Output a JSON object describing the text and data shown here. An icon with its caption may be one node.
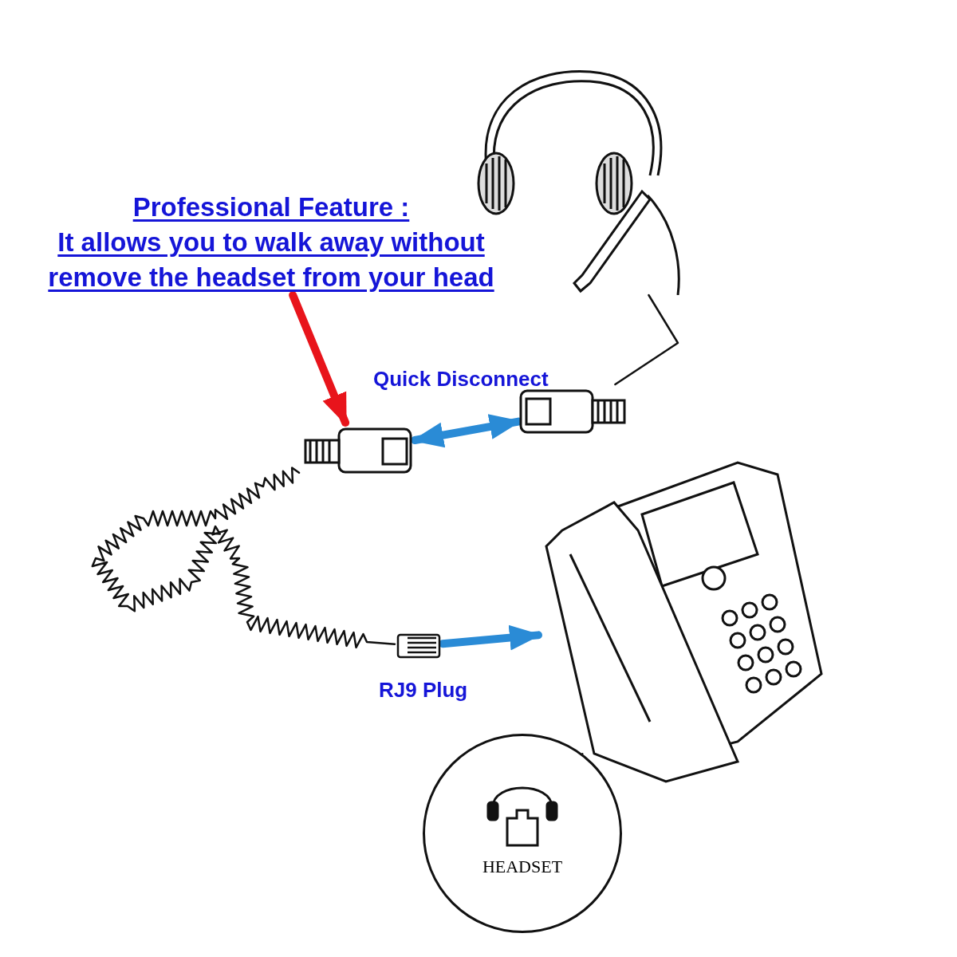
{
  "diagram": {
    "nodes": [
      {
        "text": [
          "Professional Feature :",
          "It allows you to walk away without remove the headset from your head"
        ]
      },
      {
        "text": [],
        "shape": "picture"
      },
      {
        "text": [],
        "shape": "picture"
      },
      {
        "text": [],
        "shape": "picture"
      },
      {
        "text": [],
        "shape": "picture",
        "beside": [
          "RJ9 Plug"
        ]
      },
      {
        "text": [],
        "shape": "picture"
      },
      {
        "text": [
          "HEADSET"
        ]
      }
    ],
    "edges": [
      {
        "from": 0,
        "to": 3,
        "arrow": "to",
        "style": "thick",
        "color": "#e8141b"
      },
      {
        "from": 3,
        "to": 2,
        "arrow": "both",
        "style": "thick",
        "color": "#2a8bd6"
      },
      {
        "from": 4,
        "to": 5,
        "arrow": "to",
        "style": "thick",
        "color": "#2a8bd6"
      },
      {
        "from": 6,
        "to": 5,
        "arrow": "none"
      },
      {
        "from": 1,
        "to": 2,
        "arrow": "none"
      },
      {
        "from": 3,
        "to": 4,
        "arrow": "none"
      }
    ],
    "labels": [
      "Quick Disconnect"
    ]
  }
}
